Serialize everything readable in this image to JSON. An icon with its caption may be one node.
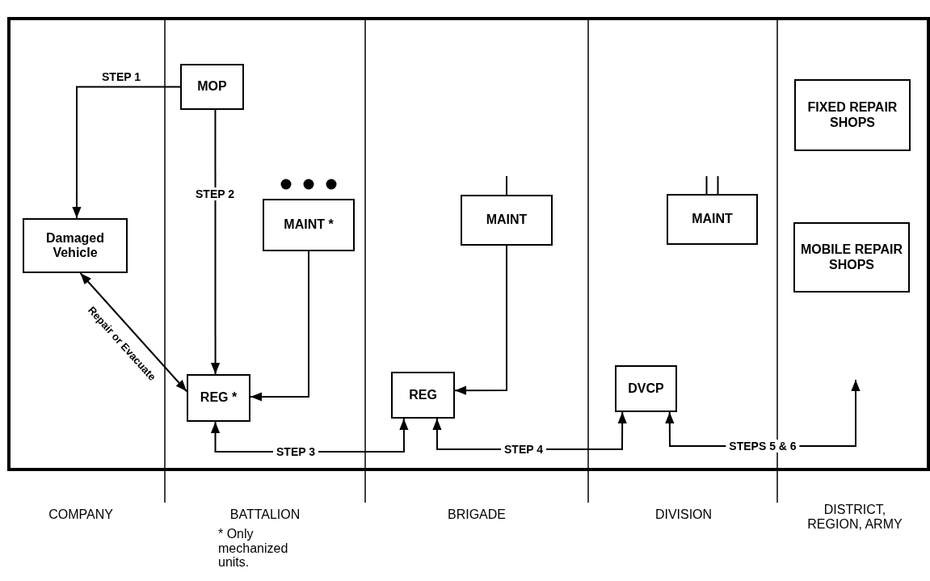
{
  "diagram": {
    "nodes": [
      {
        "text": [
          "MOP"
        ]
      },
      {
        "text": [
          "Damaged Vehicle"
        ]
      },
      {
        "text": [
          "MAINT *"
        ]
      },
      {
        "text": [
          "REG *"
        ]
      },
      {
        "text": [
          "MAINT"
        ]
      },
      {
        "text": [
          "REG"
        ]
      },
      {
        "text": [
          "MAINT"
        ]
      },
      {
        "text": [
          "DVCP"
        ]
      },
      {
        "text": [
          "FIXED REPAIR SHOPS"
        ]
      },
      {
        "text": [
          "MOBILE REPAIR SHOPS"
        ]
      }
    ],
    "edges": [
      {
        "from": 0,
        "to": 1,
        "arrow": "to",
        "label": "STEP 1"
      },
      {
        "from": 0,
        "to": 3,
        "arrow": "to",
        "label": "STEP 2"
      },
      {
        "from": 1,
        "to": 3,
        "arrow": "both",
        "label": "Repair or Evacuate"
      },
      {
        "from": 2,
        "to": 3,
        "arrow": "to"
      },
      {
        "from": 4,
        "to": 5,
        "arrow": "to"
      },
      {
        "from": 3,
        "to": 5,
        "arrow": "both",
        "label": "STEP 3"
      },
      {
        "from": 5,
        "to": 7,
        "arrow": "both",
        "label": "STEP 4"
      },
      {
        "from": 7,
        "to": null,
        "arrow": "both",
        "label": "STEPS 5 & 6"
      }
    ],
    "labels": [
      "COMPANY",
      "BATTALION",
      "* Only mechanized units.",
      "BRIGADE",
      "DIVISION",
      "DISTRICT, REGION, ARMY"
    ]
  }
}
